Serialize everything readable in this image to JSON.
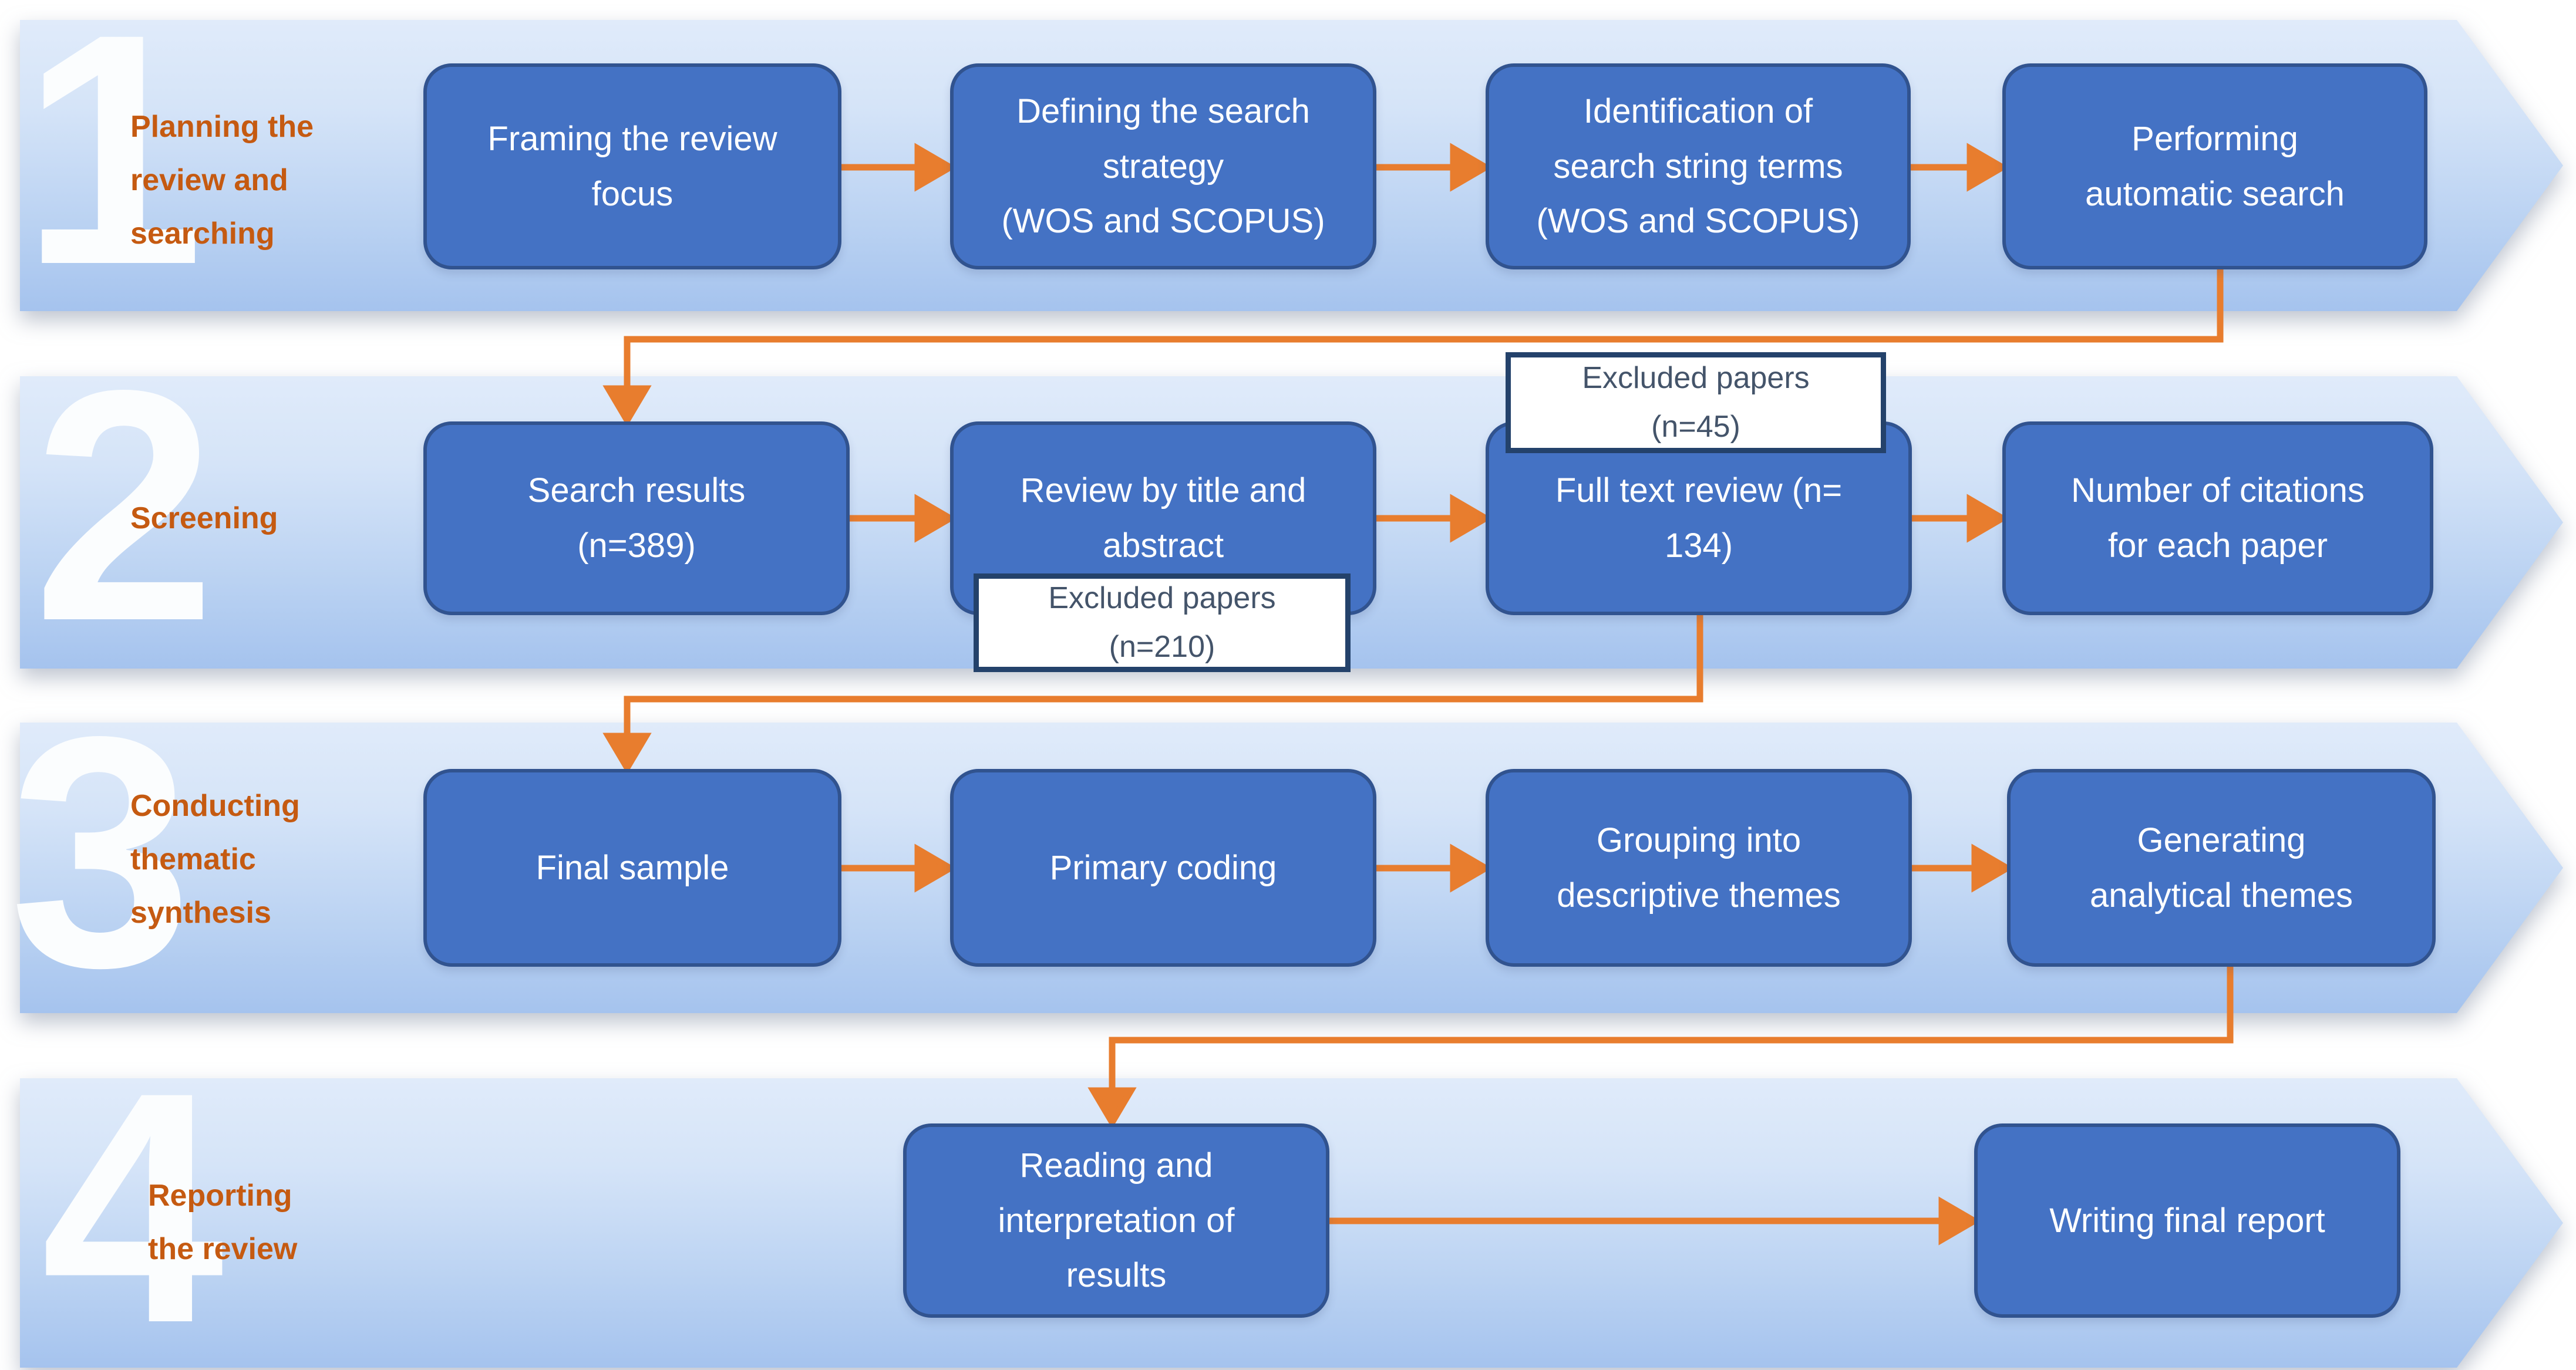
{
  "diagram": {
    "type": "process-flow",
    "description": "Systematic review process in four phases",
    "colors": {
      "band_gradient_top": "#e0ebfa",
      "band_gradient_bottom": "#a5c3ee",
      "box_fill": "#4472c4",
      "box_border": "#31538f",
      "box_text": "#ffffff",
      "arrow_orange": "#e87d2e",
      "phase_label_orange": "#c55a11",
      "phase_number_white": "#fbfdfe",
      "callout_border": "#24426b",
      "callout_text": "#44546a",
      "background": "#ffffff"
    }
  },
  "phases": [
    {
      "number": "1",
      "label": "Planning the\nreview and\nsearching",
      "boxes": [
        {
          "text": "Framing the review\nfocus"
        },
        {
          "text": "Defining the search\nstrategy\n(WOS and SCOPUS)"
        },
        {
          "text": "Identification of\nsearch string terms\n(WOS and SCOPUS)"
        },
        {
          "text": "Performing\nautomatic search"
        }
      ]
    },
    {
      "number": "2",
      "label": "Screening",
      "boxes": [
        {
          "text": "Search results\n(n=389)"
        },
        {
          "text": "Review by title and\nabstract"
        },
        {
          "text": "Full text review (n=\n134)"
        },
        {
          "text": "Number of citations\nfor each paper"
        }
      ]
    },
    {
      "number": "3",
      "label": "Conducting\nthematic\nsynthesis",
      "boxes": [
        {
          "text": "Final sample"
        },
        {
          "text": "Primary coding"
        },
        {
          "text": "Grouping into\ndescriptive themes"
        },
        {
          "text": "Generating\nanalytical themes"
        }
      ]
    },
    {
      "number": "4",
      "label": "Reporting\nthe review",
      "boxes": [
        {
          "text": "Reading and\ninterpretation of\nresults"
        },
        {
          "text": "Writing final report"
        }
      ]
    }
  ],
  "callouts": [
    {
      "text": "Excluded papers\n(n=45)"
    },
    {
      "text": "Excluded papers\n(n=210)"
    }
  ]
}
